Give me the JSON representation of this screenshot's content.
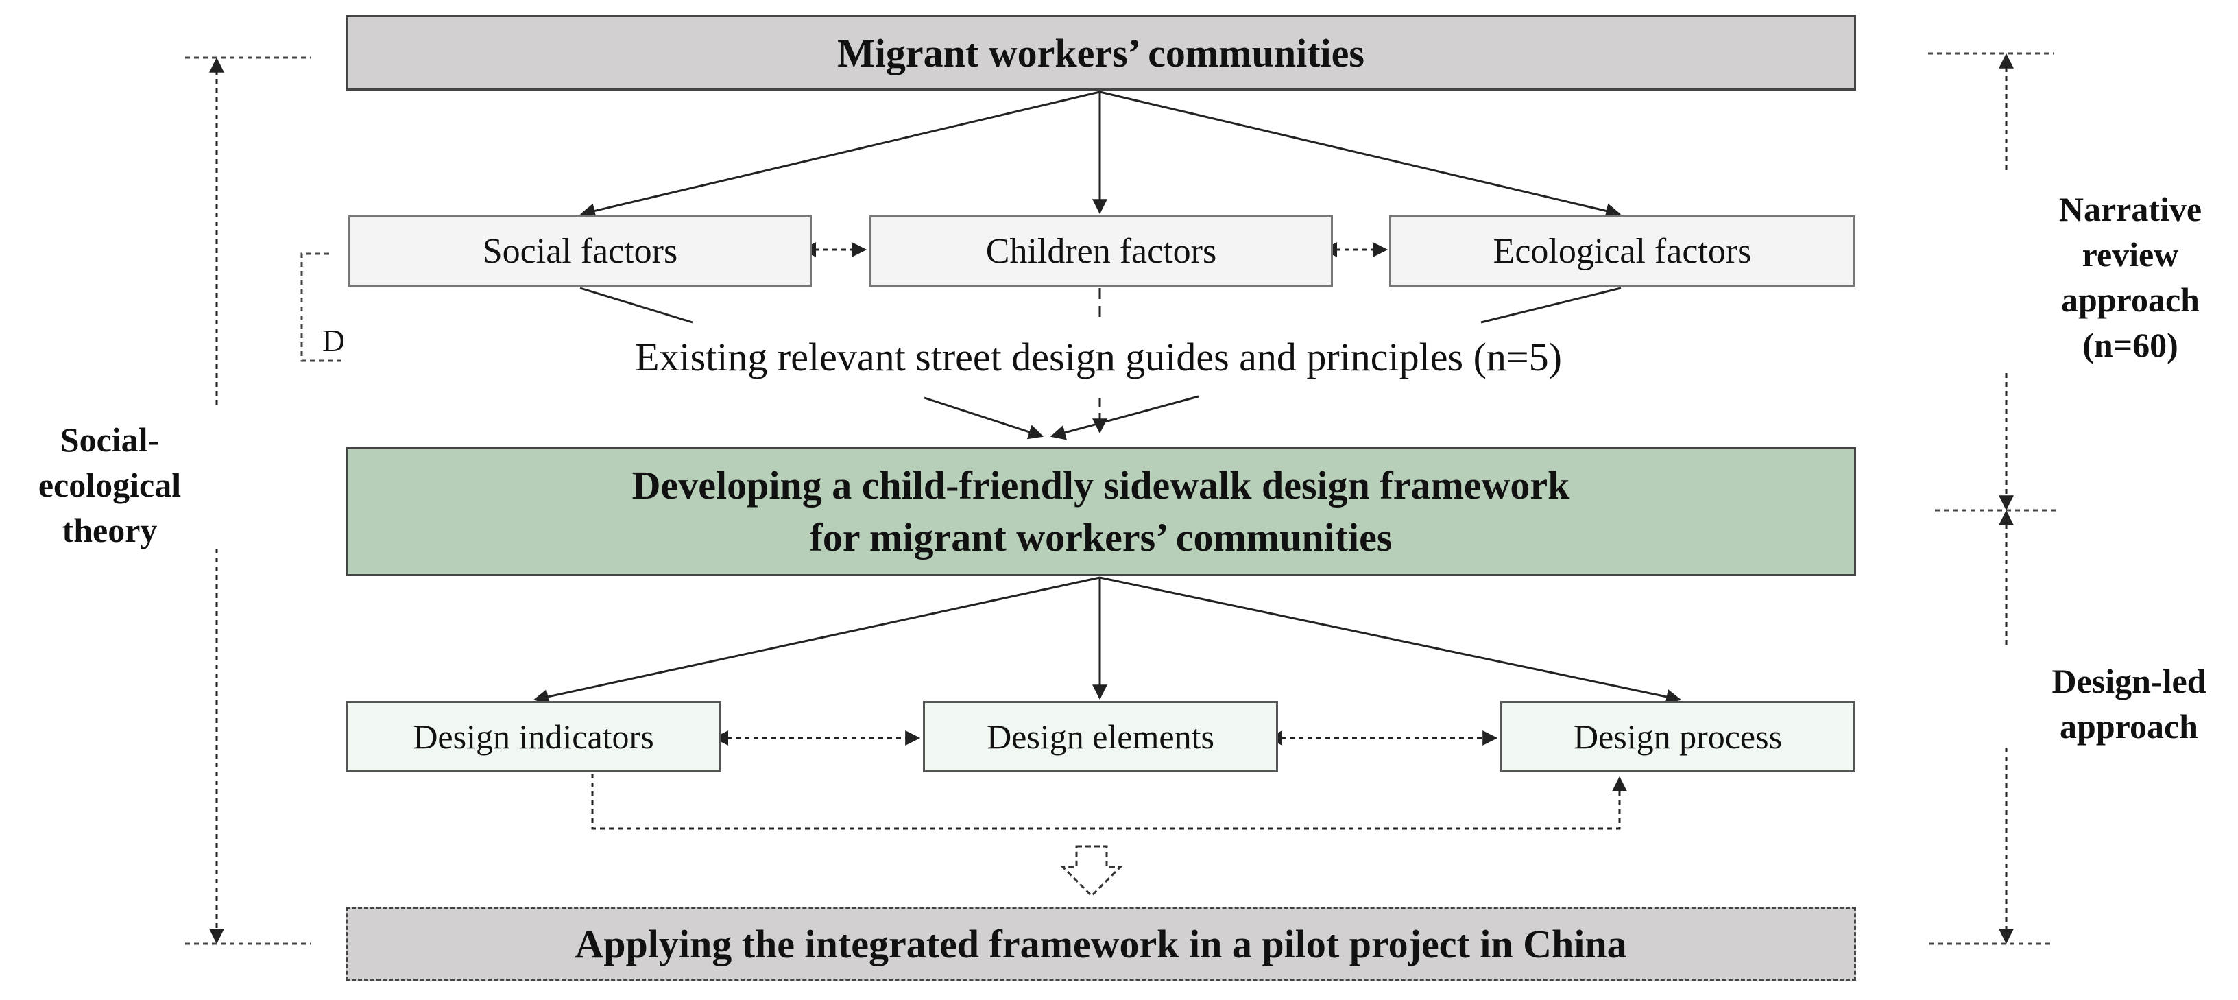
{
  "boxes": {
    "top": "Migrant workers’ communities",
    "factors": [
      "Social factors",
      "Children factors",
      "Ecological factors"
    ],
    "data_label": "Data",
    "guides": "Existing relevant street design guides and principles (n=5)",
    "framework_line1": "Developing a child-friendly sidewalk design framework",
    "framework_line2": "for migrant workers’ communities",
    "design": [
      "Design indicators",
      "Design elements",
      "Design process"
    ],
    "bottom": "Applying the integrated framework in a pilot project in China"
  },
  "side_labels": {
    "left": [
      "Social-",
      "ecological",
      "theory"
    ],
    "right_top": [
      "Narrative",
      "review",
      "approach",
      "(n=60)"
    ],
    "right_bottom": [
      "Design-led",
      "approach"
    ]
  },
  "colors": {
    "grey_box": "#d2d0d1",
    "green_box": "#b7cfb8",
    "factor_box": "#f4f4f4",
    "design_box": "#f1f7f1",
    "line": "#222222"
  }
}
